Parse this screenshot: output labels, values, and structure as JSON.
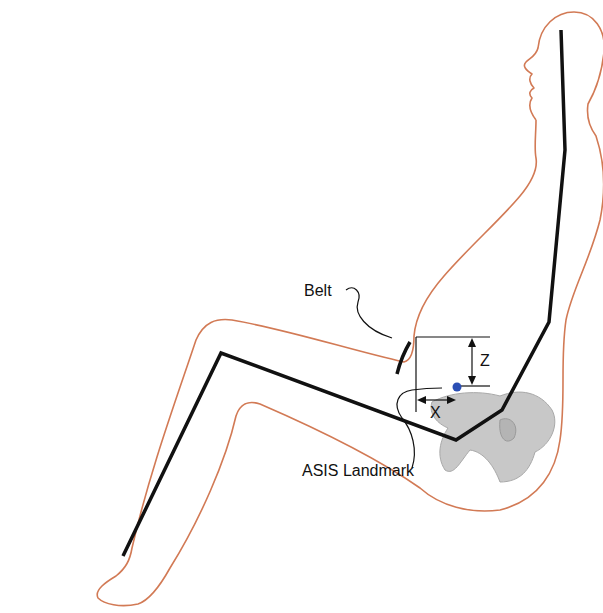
{
  "diagram": {
    "labels": [
      "Belt",
      "Z",
      "X",
      "ASIS Landmark"
    ]
  }
}
